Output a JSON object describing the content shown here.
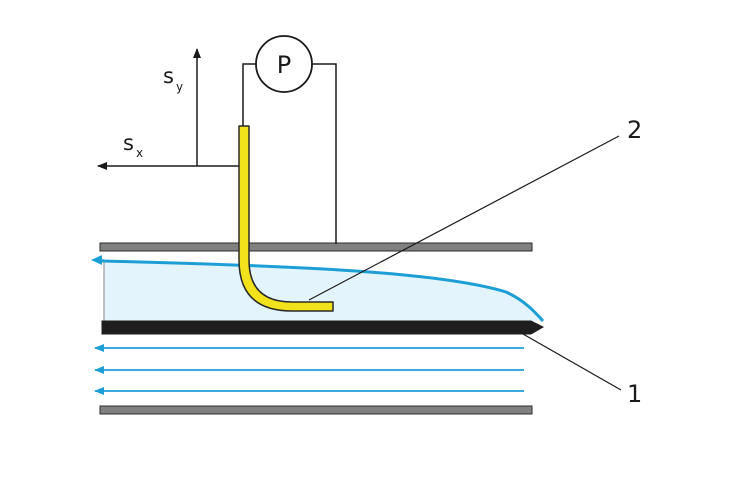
{
  "diagram": {
    "gauge_label": "P",
    "axis_y_label": "s",
    "axis_y_subscript": "y",
    "axis_x_label": "s",
    "axis_x_subscript": "x",
    "callout_probe": "2",
    "callout_plate": "1"
  },
  "colors": {
    "background": "#ffffff",
    "line": "#1a1a1a",
    "wall_fill": "#808080",
    "wall_stroke": "#2b2b2b",
    "plate": "#1e1e1e",
    "flow_arrow": "#1d9fd6",
    "boundary_layer_fill": "#e4f4fc",
    "boundary_layer_edge": "#1d9fd6",
    "probe_fill": "#f2e21c",
    "probe_stroke": "#2a2a2a"
  }
}
